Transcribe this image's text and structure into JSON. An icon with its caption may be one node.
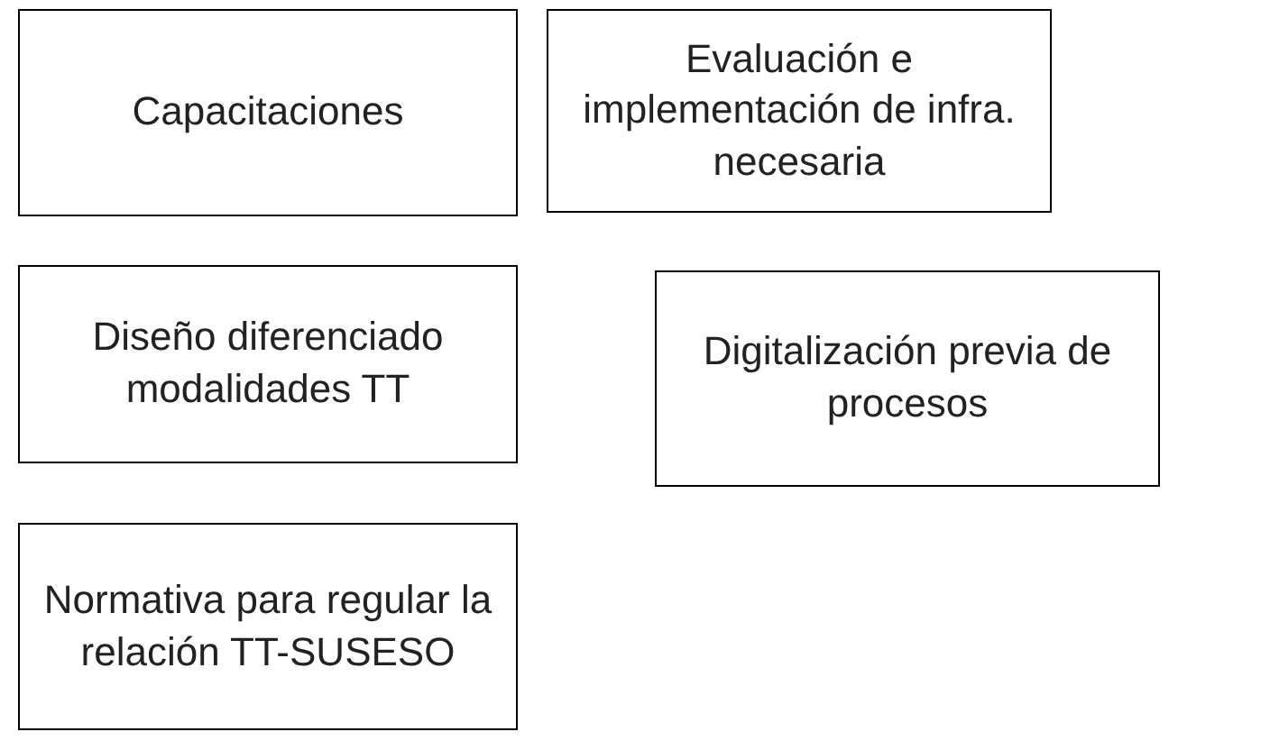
{
  "diagram": {
    "nodes": [
      {
        "text": [
          "Capacitaciones"
        ]
      },
      {
        "text": [
          "Evaluación e implementación de infra. necesaria"
        ]
      },
      {
        "text": [
          "Diseño diferenciado modalidades TT"
        ]
      },
      {
        "text": [
          "Digitalización previa de procesos"
        ]
      },
      {
        "text": [
          "Normativa para regular la relación TT-SUSESO"
        ]
      }
    ]
  }
}
